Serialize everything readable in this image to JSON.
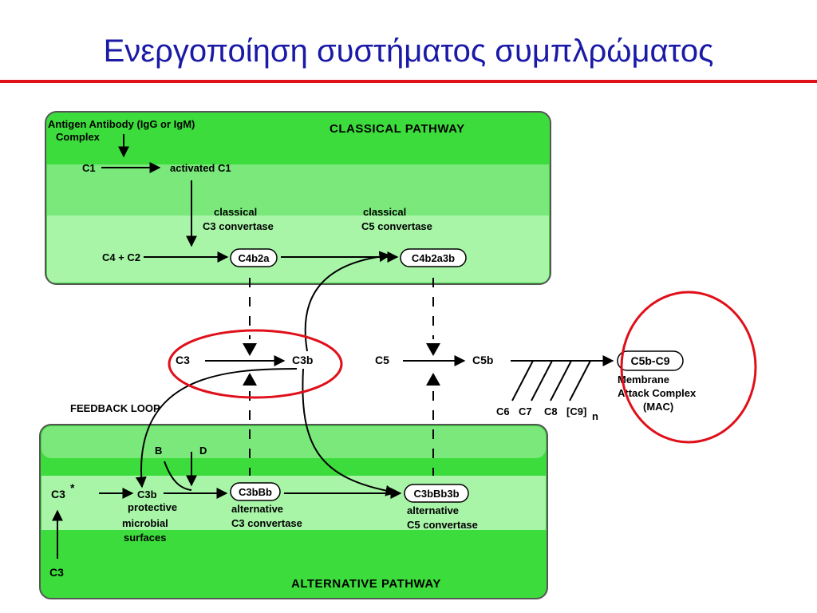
{
  "slide_title": "Ενεργοποίηση συστήματος συμπλρώματος",
  "classical": {
    "header": "CLASSICAL PATHWAY",
    "antigen_line1": "Antigen Antibody  (IgG or IgM)",
    "antigen_line2": "Complex",
    "c1": "C1",
    "activated_c1": "activated C1",
    "c3conv_line1": "classical",
    "c3conv_line2": "C3 convertase",
    "c5conv_line1": "classical",
    "c5conv_line2": "C5 convertase",
    "c4c2": "C4 + C2",
    "c4b2a": "C4b2a",
    "c4b2a3b": "C4b2a3b"
  },
  "middle": {
    "c3": "C3",
    "c3b": "C3b",
    "c5": "C5",
    "c5b": "C5b",
    "feedback": "FEEDBACK  LOOP",
    "c6": "C6",
    "c7": "C7",
    "c8": "C8",
    "c9": "[C9]",
    "c9_sub": "n",
    "mac": "C5b-C9",
    "mac_line1": "Membrane",
    "mac_line2": "Attack Complex",
    "mac_line3": "(MAC)"
  },
  "alternative": {
    "header": "ALTERNATIVE PATHWAY",
    "b": "B",
    "d": "D",
    "c3star": "C3",
    "star": "*",
    "c3b": "C3b",
    "protective": "protective",
    "microbial": "microbial",
    "surfaces": "surfaces",
    "c3bbb": "C3bBb",
    "alt_c3_line1": "alternative",
    "alt_c3_line2": "C3 convertase",
    "c3bbb3b": "C3bBb3b",
    "alt_c5_line1": "alternative",
    "alt_c5_line2": "C5 convertase",
    "c3_bottom": "C3"
  },
  "colors": {
    "title": "#1a1aa6",
    "rule": "#e0101a",
    "panel_green": "#3ddc3d",
    "panel_light": "#a8f5a8",
    "highlight_circle": "#e0101a"
  }
}
